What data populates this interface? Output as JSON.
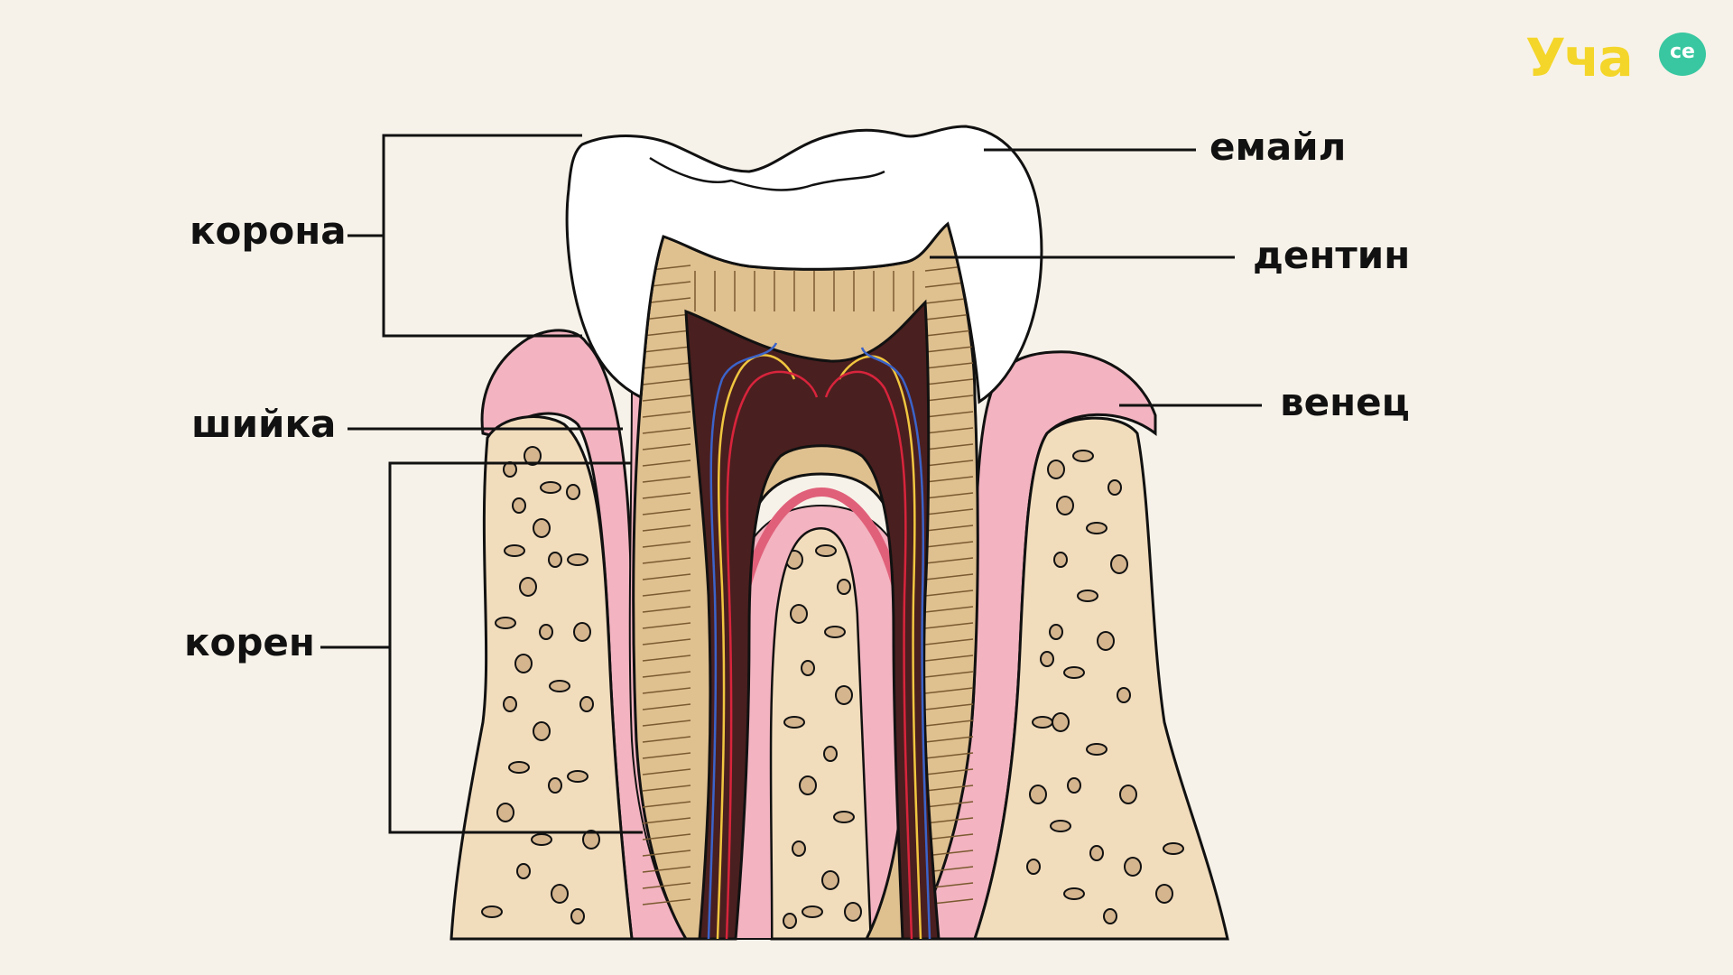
{
  "colors": {
    "background": "#f7f2e9",
    "enamel": "#ffffff",
    "dentin": "#dfc08f",
    "pulp": "#4a1f1f",
    "gum": "#f3b3c0",
    "gum_deep": "#e0607a",
    "bone": "#f1dcbc",
    "bone_holes": "#d4b58e",
    "outline": "#111111",
    "nerve": "#f0c640",
    "vein": "#3b63c9",
    "artery": "#d8243c",
    "logo_yellow": "#f4d62a",
    "logo_green": "#38c7a0"
  },
  "labels": {
    "crown": "корона",
    "neck": "шийка",
    "root": "корен",
    "enamel": "емайл",
    "dentin": "дентин",
    "gum": "венец"
  },
  "logo": {
    "text": "Уча",
    "badge": "се"
  }
}
